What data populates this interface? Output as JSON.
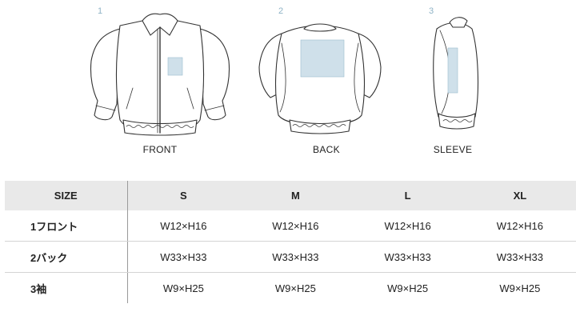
{
  "views": [
    {
      "number": "1",
      "caption": "FRONT"
    },
    {
      "number": "2",
      "caption": "BACK"
    },
    {
      "number": "3",
      "caption": "SLEEVE"
    }
  ],
  "table": {
    "header_label": "SIZE",
    "sizes": [
      "S",
      "M",
      "L",
      "XL"
    ],
    "rows": [
      {
        "label": "1フロント",
        "values": [
          "W12×H16",
          "W12×H16",
          "W12×H16",
          "W12×H16"
        ]
      },
      {
        "label": "2バック",
        "values": [
          "W33×H33",
          "W33×H33",
          "W33×H33",
          "W33×H33"
        ]
      },
      {
        "label": "3袖",
        "values": [
          "W9×H25",
          "W9×H25",
          "W9×H25",
          "W9×H25"
        ]
      }
    ]
  },
  "colors": {
    "print_area": "#cfe0ea",
    "view_number": "#8fb3c6",
    "header_bg": "#e9e9e9"
  }
}
